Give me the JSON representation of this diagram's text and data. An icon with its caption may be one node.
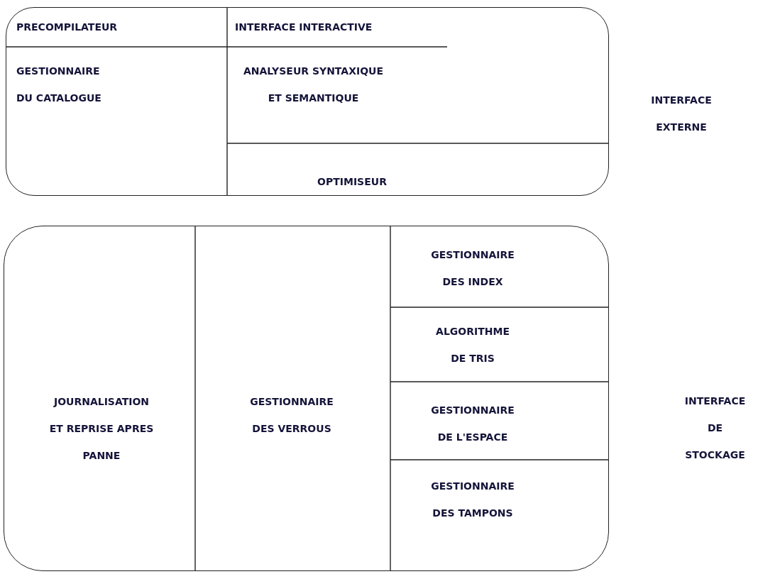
{
  "diagram": {
    "nodes": [
      {
        "text": [],
        "shape": "box"
      },
      {
        "text": [
          "PRECOMPILATEUR"
        ],
        "in": 0
      },
      {
        "text": [
          "INTERFACE INTERACTIVE"
        ],
        "in": 0
      },
      {
        "text": [
          "GESTIONNAIRE DU CATALOGUE"
        ],
        "in": 0
      },
      {
        "text": [
          "ANALYSEUR SYNTAXIQUE ET SEMANTIQUE"
        ],
        "in": 0
      },
      {
        "text": [
          "OPTIMISEUR"
        ],
        "in": 0
      },
      {
        "text": [],
        "shape": "box"
      },
      {
        "text": [
          "JOURNALISATION ET REPRISE APRES PANNE"
        ],
        "in": 6
      },
      {
        "text": [
          "GESTIONNAIRE DES VERROUS"
        ],
        "in": 6
      },
      {
        "text": [
          "GESTIONNAIRE DES INDEX"
        ],
        "in": 6
      },
      {
        "text": [
          "ALGORITHME DE TRIS"
        ],
        "in": 6
      },
      {
        "text": [
          "GESTIONNAIRE DE L'ESPACE"
        ],
        "in": 6
      },
      {
        "text": [
          "GESTIONNAIRE DES TAMPONS"
        ],
        "in": 6
      }
    ],
    "edges": [],
    "labels": [
      "INTERFACE EXTERNE",
      "INTERFACE DE STOCKAGE"
    ]
  }
}
